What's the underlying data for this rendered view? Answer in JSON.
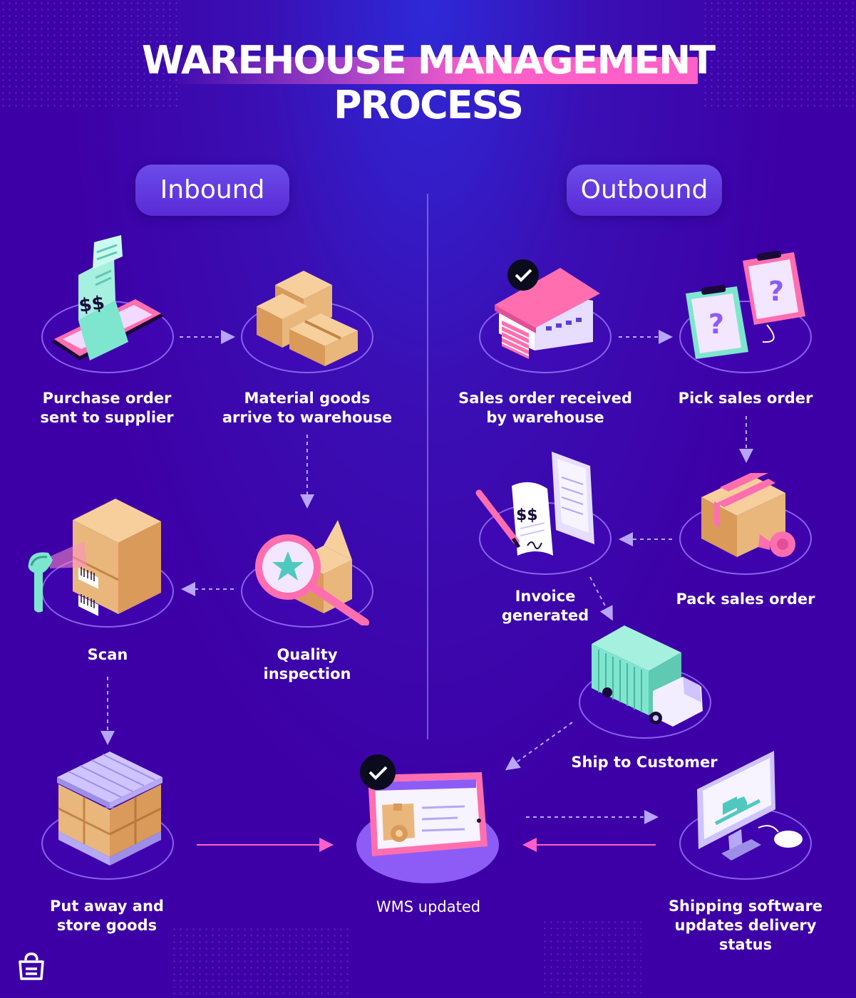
{
  "title": {
    "line1": "WAREHOUSE MANAGEMENT",
    "line2": "PROCESS"
  },
  "sections": {
    "inbound": "Inbound",
    "outbound": "Outbound"
  },
  "steps": {
    "purchase_order": "Purchase order\nsent to supplier",
    "material_goods": "Material goods\narrive to warehouse",
    "quality_inspection": "Quality\ninspection",
    "scan": "Scan",
    "put_away": "Put away and\nstore goods",
    "wms_updated": "WMS updated",
    "sales_order_received": "Sales order received\nby warehouse",
    "pick_sales_order": "Pick sales order",
    "pack_sales_order": "Pack sales order",
    "invoice_generated": "Invoice\ngenerated",
    "ship_to_customer": "Ship to Customer",
    "shipping_software": "Shipping software\nupdates delivery status"
  },
  "icon_text": {
    "money": "$$",
    "question": "?"
  },
  "colors": {
    "background": "#3d00a6",
    "accent_pink": "#ff5fc8",
    "pill": "#5f38e0",
    "teal": "#7ee6cf",
    "box": "#e9b77b",
    "arrow": "#b7a5ff"
  }
}
